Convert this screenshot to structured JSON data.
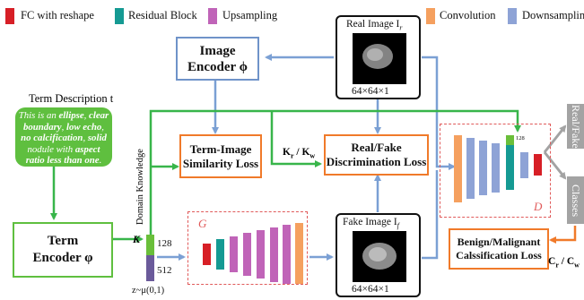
{
  "legend": [
    {
      "label": "FC with reshape",
      "color": "#d71f26"
    },
    {
      "label": "Residual Block",
      "color": "#159a93"
    },
    {
      "label": "Upsampling",
      "color": "#c064b8"
    },
    {
      "label": "Convolution",
      "color": "#f5a05f"
    },
    {
      "label": "Downsampling",
      "color": "#8ea3d6"
    }
  ],
  "image_encoder": {
    "line1": "Image",
    "line2": "Encoder ϕ"
  },
  "real_image": {
    "label": "Real Image I",
    "sub": "r",
    "size": "64×64×1"
  },
  "fake_image": {
    "label": "Fake Image I",
    "sub": "f",
    "size": "64×64×1"
  },
  "term_description": {
    "title": "Term Description t",
    "text_parts": [
      {
        "t": "This is an ",
        "b": false
      },
      {
        "t": "ellipse",
        "b": true
      },
      {
        "t": ", ",
        "b": false
      },
      {
        "t": "clear boundary",
        "b": true
      },
      {
        "t": ", ",
        "b": false
      },
      {
        "t": "low echo",
        "b": true
      },
      {
        "t": ", ",
        "b": false
      },
      {
        "t": "no calcification",
        "b": true
      },
      {
        "t": ", ",
        "b": false
      },
      {
        "t": "solid",
        "b": true
      },
      {
        "t": " nodule with ",
        "b": false
      },
      {
        "t": "aspect ratio less than one",
        "b": true
      },
      {
        "t": ".",
        "b": false
      }
    ]
  },
  "term_image_loss": {
    "line1": "Term-Image",
    "line2": "Similarity Loss"
  },
  "discrimination_loss": {
    "line1": "Real/Fake",
    "line2": "Discrimination Loss"
  },
  "kr_kw": "K / K",
  "kr_kw_subs": [
    "r",
    "w"
  ],
  "domain_knowledge": "Domain Knowledge",
  "k_label": "K",
  "dim_128": "128",
  "dim_512": "512",
  "z_label": "z~μ(0,1)",
  "term_encoder": {
    "line1": "Term",
    "line2": "Encoder φ"
  },
  "generator_label": "G",
  "discriminator_label": "D",
  "disc_128": "128",
  "outputs": {
    "real_fake": "Real/Fake",
    "classes": "Classes"
  },
  "classification_loss": {
    "line1": "Benign/Malignant",
    "line2": "Calssification Loss"
  },
  "cr_cw": "C / C",
  "cr_cw_subs": [
    "r",
    "w"
  ],
  "colors": {
    "green": "#38b54a",
    "blue": "#7ba0d4",
    "orange": "#f07a2a"
  }
}
